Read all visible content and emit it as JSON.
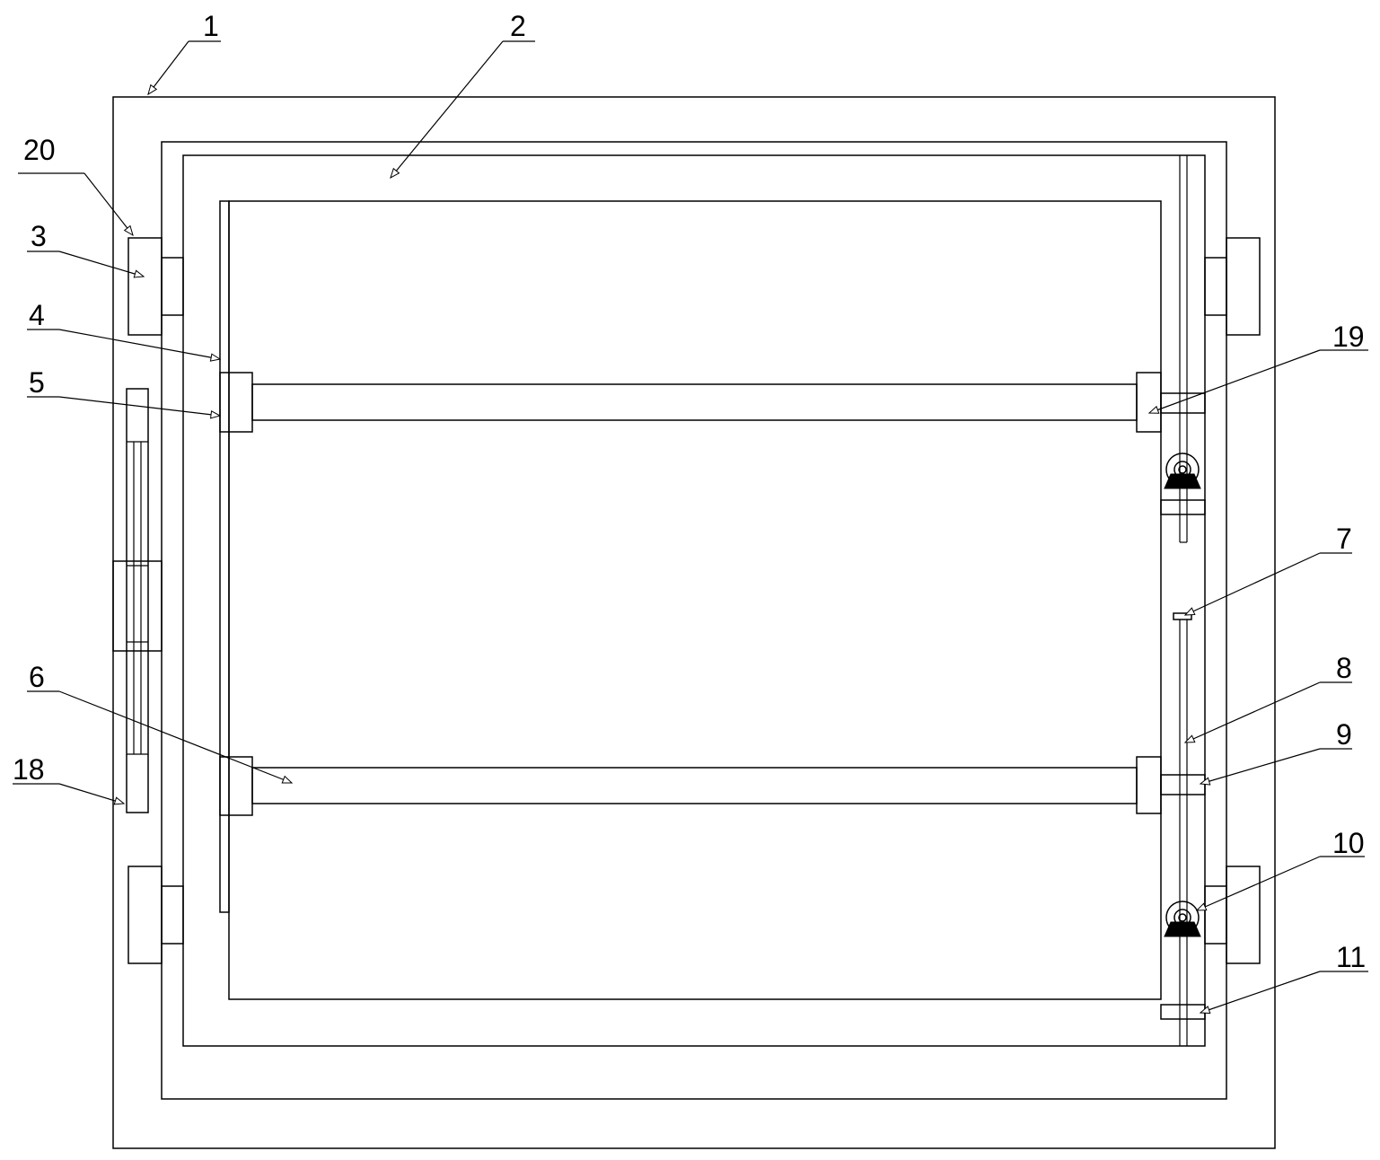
{
  "labels": {
    "l1": "1",
    "l2": "2",
    "l3": "3",
    "l4": "4",
    "l5": "5",
    "l6": "6",
    "l7": "7",
    "l8": "8",
    "l9": "9",
    "l10": "10",
    "l11": "11",
    "l18": "18",
    "l19": "19",
    "l20": "20"
  }
}
